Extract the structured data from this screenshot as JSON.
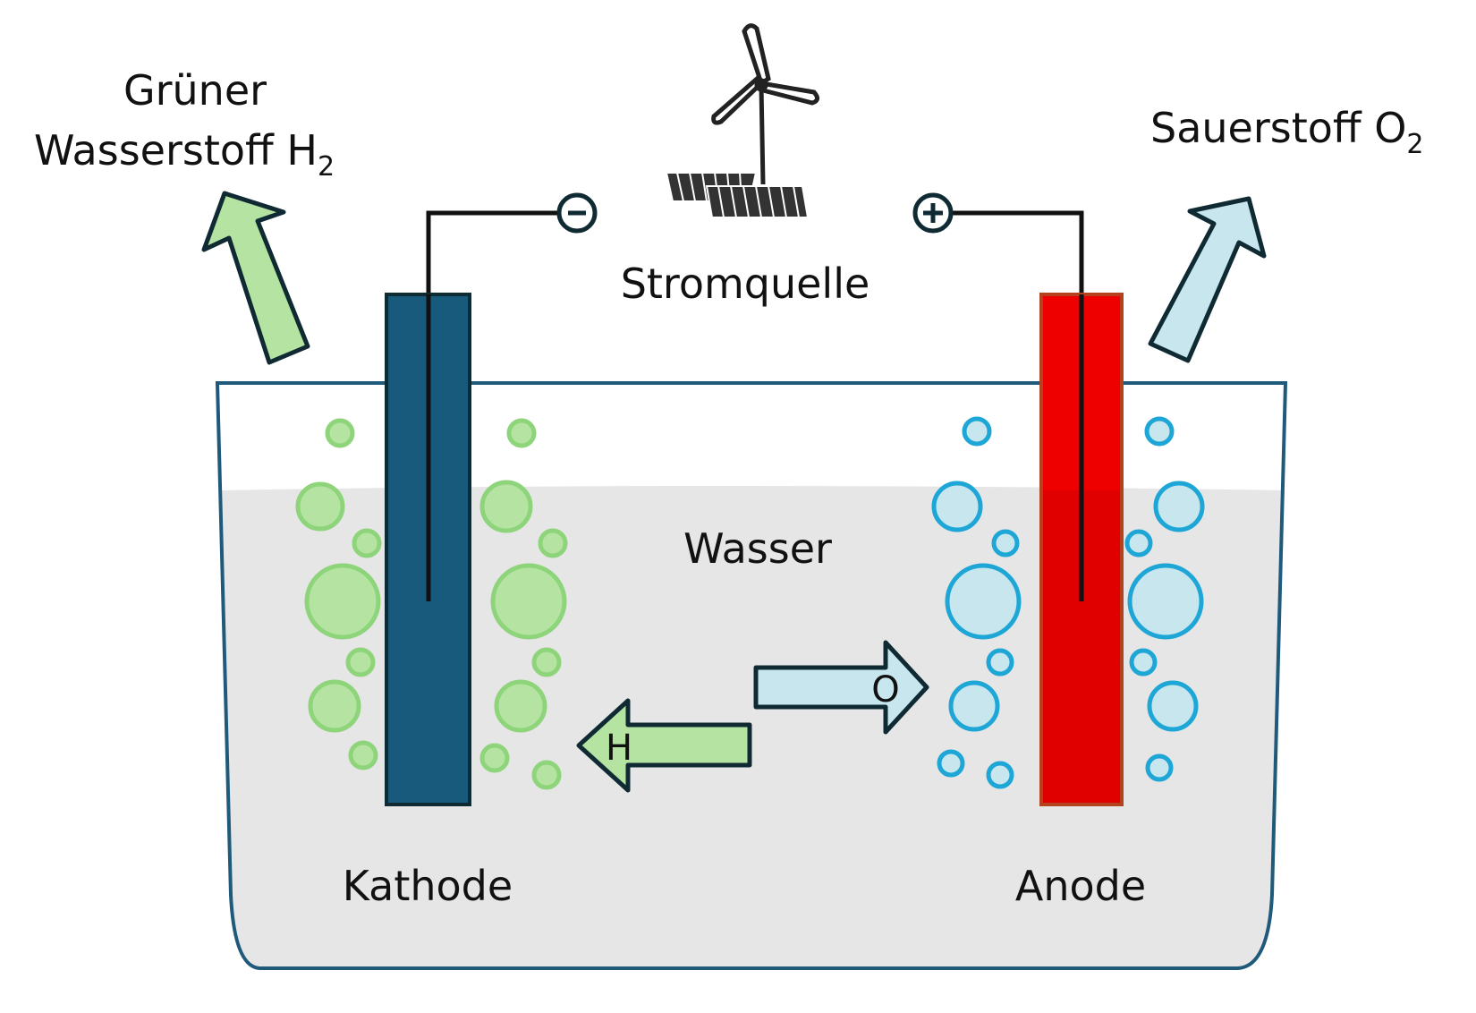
{
  "labels": {
    "hydrogen_line1": "Grüner",
    "hydrogen_line2": "Wasserstoff H",
    "hydrogen_sub": "2",
    "oxygen_main": "Sauerstoff O",
    "oxygen_sub": "2",
    "power_source": "Stromquelle",
    "water": "Wasser",
    "cathode": "Kathode",
    "anode": "Anode",
    "arrow_h": "H",
    "arrow_o": "O",
    "minus": "−",
    "plus": "+"
  },
  "colors": {
    "tank_outline": "#1f5a7a",
    "water_fill": "#e6e6e6",
    "cathode": "#175a7c",
    "anode": "#ee0000",
    "anode_border": "#b5421f",
    "green_fill": "#b5e4a2",
    "green_stroke": "#8ed47a",
    "blue_fill": "#c7e6ee",
    "blue_stroke": "#1ea6d6",
    "arrow_dark": "#102a33"
  },
  "icons": [
    "wind-turbine-icon",
    "solar-panel-icon"
  ]
}
